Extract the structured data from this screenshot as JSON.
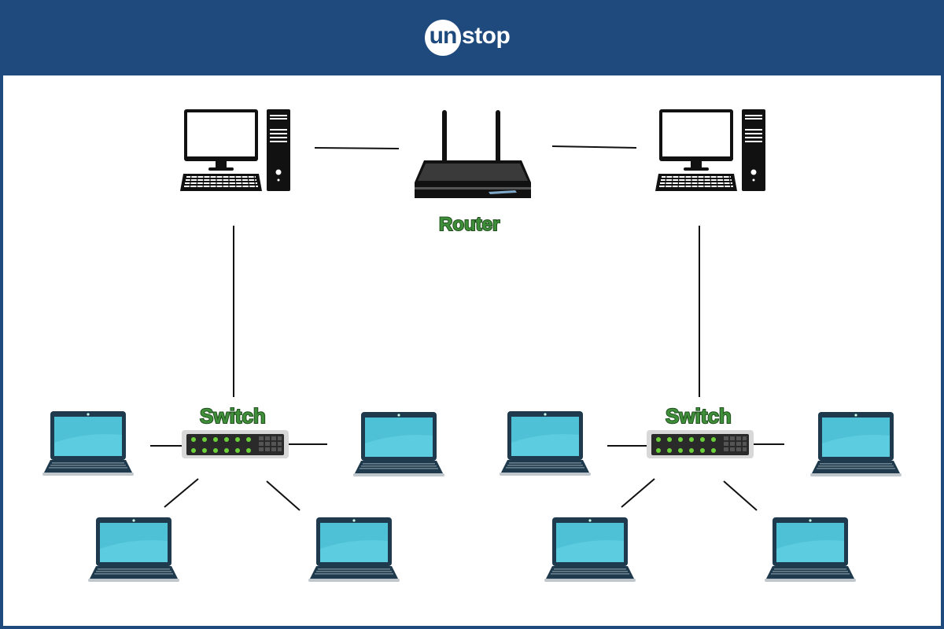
{
  "header": {
    "logo_prefix": "un",
    "logo_suffix": "stop",
    "background": "#1e4a7e"
  },
  "diagram": {
    "router_label": "Router",
    "switch_left_label": "Switch",
    "switch_right_label": "Switch",
    "label_color": "#3f8f3a",
    "laptop_screen_color": "#4fc1d6",
    "device_color": "#1a1a1a"
  }
}
